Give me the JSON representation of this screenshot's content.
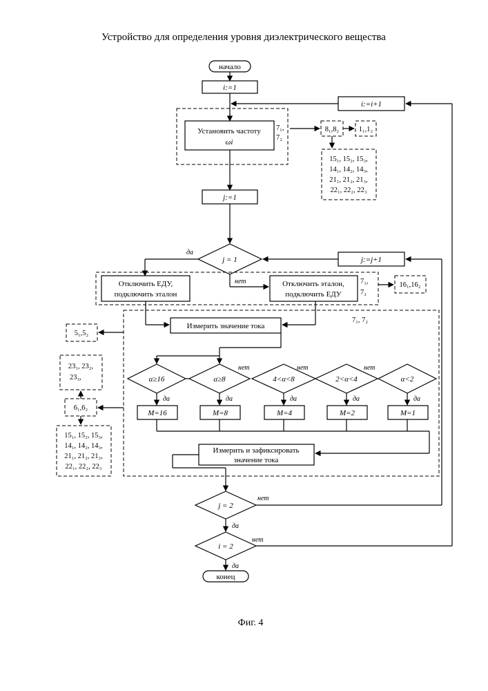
{
  "title": "Устройство для определения уровня диэлектрического вещества",
  "caption": "Фиг. 4",
  "flow": {
    "start": "начало",
    "end": "конец",
    "i_init": "i:=1",
    "i_inc": "i:=i+1",
    "set_freq_1": "Установить частоту",
    "set_freq_2": "ωi",
    "set_freq_ref": [
      "7₁,",
      "7₂"
    ],
    "ref_8": "8₁,8₂",
    "ref_1": "1₁,1₂",
    "ref_group_a": [
      "15₁, 15₂, 15₃,",
      "14₁, 14₂, 14₃,",
      "21₁, 21₂, 21₃,",
      "22₁, 22₂, 22₃"
    ],
    "j_init": "j:=1",
    "j_inc": "j:=j+1",
    "cond_j1": "j = 1",
    "yes": "да",
    "no": "нет",
    "disable_edu_1": "Отключить ЕДУ,",
    "disable_edu_2": "подключить эталон",
    "disable_ref_1": "Отключить эталон,",
    "disable_ref_2": "подключить ЕДУ",
    "switch_ref": [
      "7₁,",
      "7₂"
    ],
    "ref_16": "16₁,16₂",
    "measure_ref": "7₁, 7₂",
    "measure": "Измерить значение тока",
    "ref_5": "5₁,5₂",
    "ref_23": [
      "23₁, 23₂,",
      "23₃,"
    ],
    "ref_6": "6₁,6₂",
    "ref_group_b": [
      "15₁, 15₂, 15₃,",
      "14₁, 14₂, 14₃,",
      "21₁, 21₂, 21₃,",
      "22₁, 22₂, 22₃"
    ],
    "conds": [
      "α≥16",
      "α≥8",
      "4<α<8",
      "2<α<4",
      "α<2"
    ],
    "m_values": [
      "M=16",
      "M=8",
      "M=4",
      "M=2",
      "M=1"
    ],
    "record_1": "Измерить и зафиксировать",
    "record_2": "значение тока",
    "cond_j2": "j = 2",
    "cond_i2": "i = 2"
  }
}
